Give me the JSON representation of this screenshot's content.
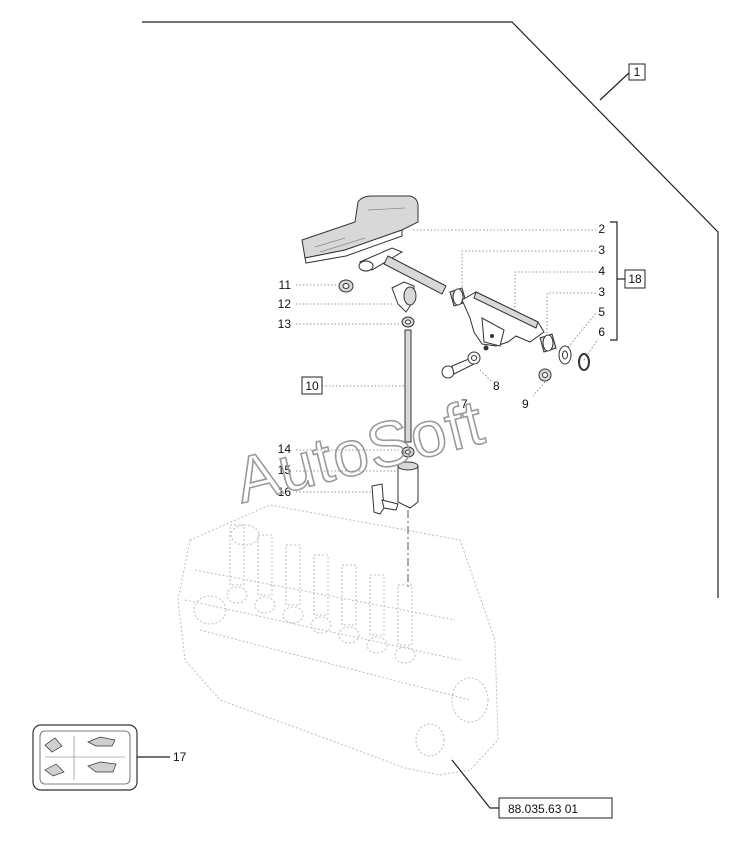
{
  "callouts": {
    "c1": "1",
    "c2": "2",
    "c3a": "3",
    "c4": "4",
    "c3b": "3",
    "c5": "5",
    "c6": "6",
    "c18": "18",
    "c11": "11",
    "c12": "12",
    "c13": "13",
    "c10": "10",
    "c7": "7",
    "c8": "8",
    "c9": "9",
    "c14": "14",
    "c15": "15",
    "c16": "16",
    "c17": "17"
  },
  "reference": "88.035.63 01",
  "watermark": "AutoSoft",
  "colors": {
    "line": "#333333",
    "shade": "#d8d8d8",
    "watermark": "#9a9a9a"
  }
}
